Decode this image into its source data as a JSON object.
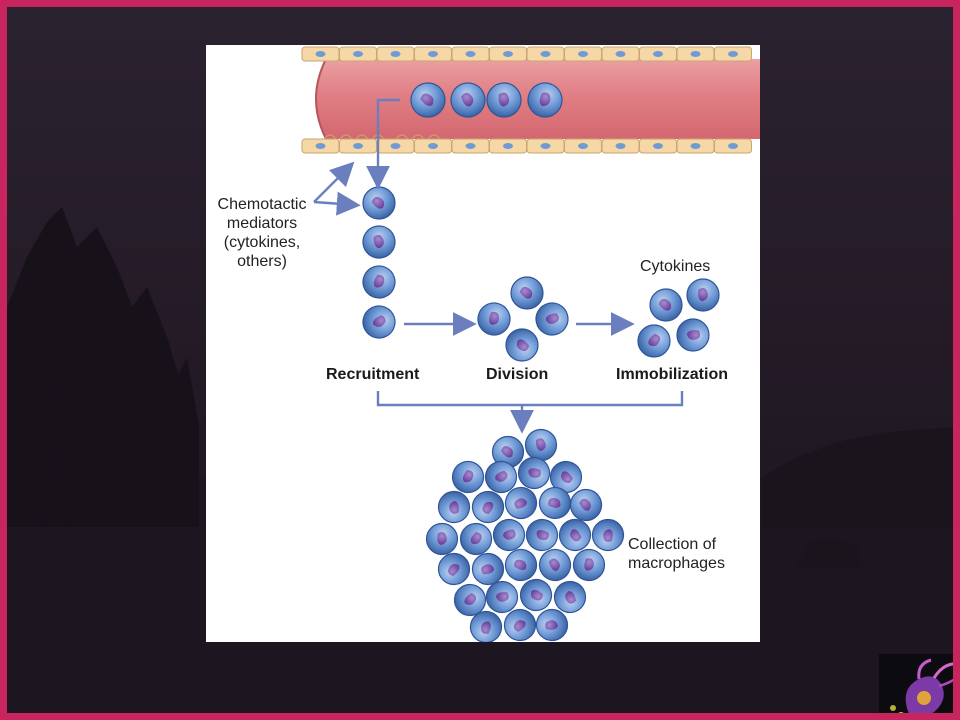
{
  "diagram": {
    "mediator_label_lines": [
      "Chemotactic",
      "mediators",
      "(cytokines,",
      "others)"
    ],
    "stage_labels": {
      "recruitment": "Recruitment",
      "division": "Division",
      "immobilization": "Immobilization"
    },
    "cytokines_label": "Cytokines",
    "collection_label_lines": [
      "Collection of",
      "macrophages"
    ]
  },
  "colors": {
    "frame": "#c8245e",
    "vessel": "#e07f85",
    "endothelium": "#f6d7a6",
    "cell": "#6f9ad6",
    "nucleus": "#7b52a8",
    "arrow": "#6b7fbf"
  }
}
